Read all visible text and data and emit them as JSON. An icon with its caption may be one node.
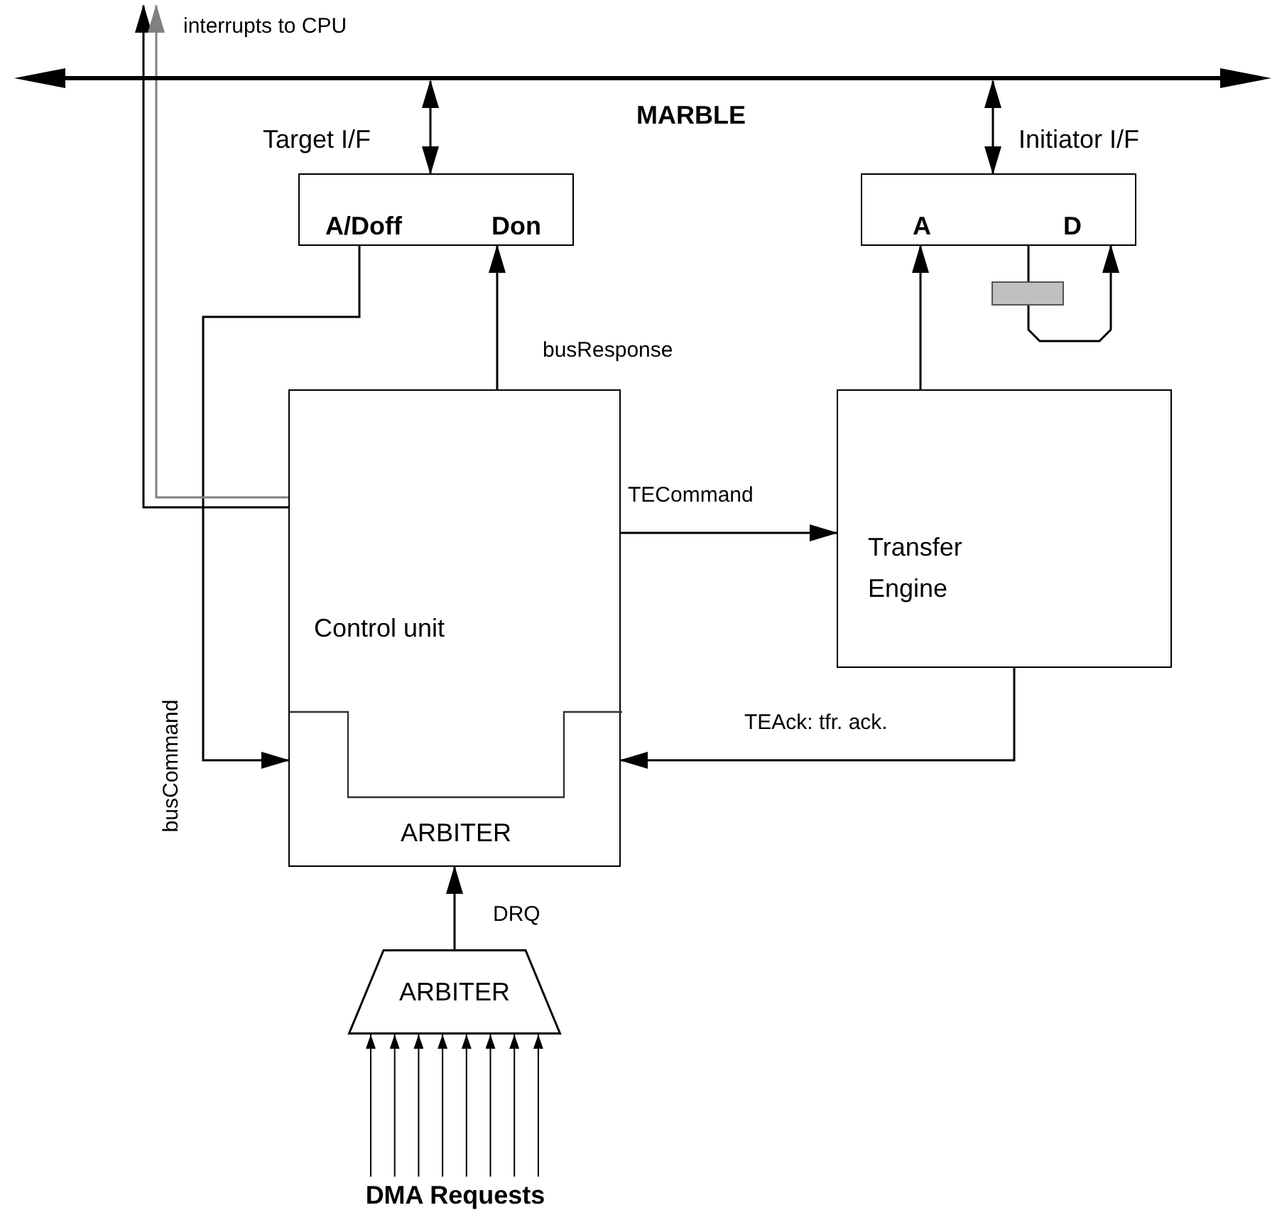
{
  "diagram": {
    "nodes": [
      {
        "text": [
          "MARBLE"
        ]
      },
      {
        "text": [
          "Target I/F"
        ]
      },
      {
        "text": [
          "A/Doff"
        ],
        "in": 1
      },
      {
        "text": [
          "Don"
        ],
        "in": 1
      },
      {
        "text": [
          "Initiator I/F"
        ]
      },
      {
        "text": [
          "A"
        ],
        "in": 4
      },
      {
        "text": [
          "D"
        ],
        "in": 4
      },
      {
        "text": [],
        "shape": "bar"
      },
      {
        "text": [
          "Control unit"
        ]
      },
      {
        "text": [
          "ARBITER"
        ],
        "in": 8
      },
      {
        "text": [
          "Transfer Engine"
        ]
      },
      {
        "text": [
          "ARBITER"
        ]
      },
      {
        "text": [
          "DMA Requests"
        ]
      }
    ],
    "edges": [
      {
        "from": 0,
        "to": 1,
        "arrow": "both"
      },
      {
        "from": 0,
        "to": 4,
        "arrow": "both"
      },
      {
        "from": 8,
        "to": 3,
        "arrow": "to",
        "label": "busResponse"
      },
      {
        "from": 2,
        "to": 9,
        "arrow": "to",
        "label": "busCommand"
      },
      {
        "from": 8,
        "to": 10,
        "arrow": "to",
        "label": "TECommand"
      },
      {
        "from": 10,
        "to": 9,
        "arrow": "to",
        "label": "TEAck: tfr. ack."
      },
      {
        "from": 10,
        "to": 5,
        "arrow": "to"
      },
      {
        "from": 6,
        "to": 7,
        "arrow": "none"
      },
      {
        "from": 7,
        "to": 6,
        "arrow": "to"
      },
      {
        "from": 11,
        "to": 9,
        "arrow": "to",
        "label": "DRQ"
      },
      {
        "from": 12,
        "to": 11,
        "arrow": "to"
      },
      {
        "from": 12,
        "to": 11,
        "arrow": "to"
      },
      {
        "from": 12,
        "to": 11,
        "arrow": "to"
      },
      {
        "from": 12,
        "to": 11,
        "arrow": "to"
      },
      {
        "from": 12,
        "to": 11,
        "arrow": "to"
      },
      {
        "from": 12,
        "to": 11,
        "arrow": "to"
      },
      {
        "from": 12,
        "to": 11,
        "arrow": "to"
      },
      {
        "from": 12,
        "to": 11,
        "arrow": "to"
      },
      {
        "from": 8,
        "to": null,
        "arrow": "to",
        "label": "interrupts to CPU"
      },
      {
        "from": 8,
        "to": null,
        "arrow": "to",
        "color": "#808080"
      }
    ]
  }
}
